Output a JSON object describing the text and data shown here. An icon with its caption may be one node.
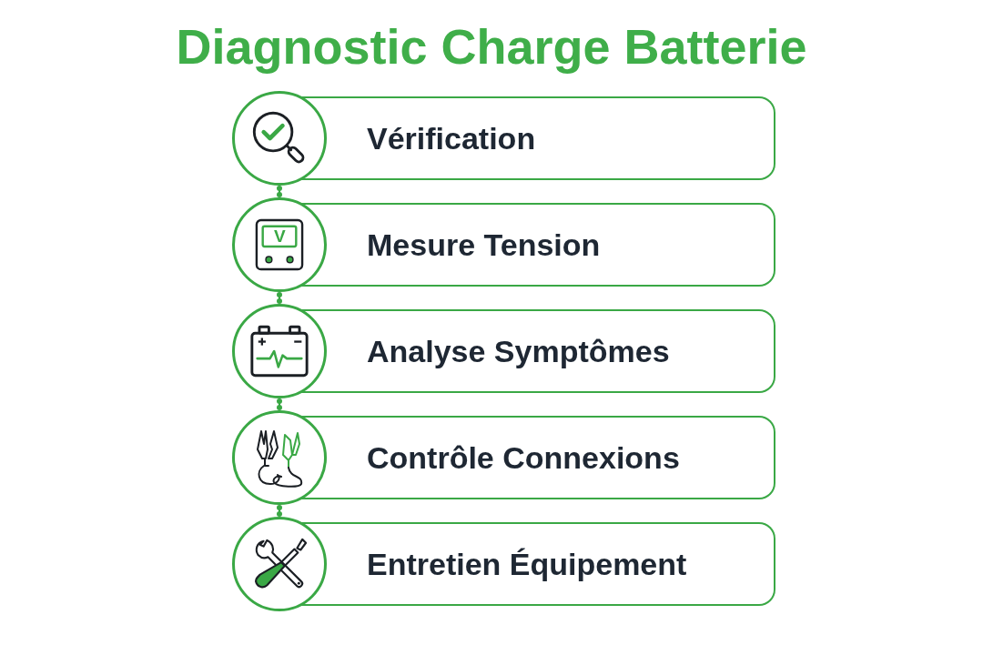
{
  "diagram": {
    "title": "Diagnostic Charge Batterie",
    "nodes": [
      {
        "text": [],
        "shape": "circle"
      },
      {
        "text": [
          "Vérification"
        ]
      },
      {
        "text": [],
        "shape": "circle"
      },
      {
        "text": [
          "Mesure Tension"
        ]
      },
      {
        "text": [],
        "shape": "circle"
      },
      {
        "text": [
          "Analyse Symptômes"
        ]
      },
      {
        "text": [],
        "shape": "circle"
      },
      {
        "text": [
          "Contrôle Connexions"
        ]
      },
      {
        "text": [],
        "shape": "circle"
      },
      {
        "text": [
          "Entretien Équipement"
        ]
      }
    ],
    "edges": [
      {
        "from": 0,
        "to": 2,
        "arrow": "other"
      },
      {
        "from": 2,
        "to": 4,
        "arrow": "other"
      },
      {
        "from": 4,
        "to": 6,
        "arrow": "other"
      },
      {
        "from": 6,
        "to": 8,
        "arrow": "other"
      }
    ],
    "labels": [
      "V"
    ]
  }
}
